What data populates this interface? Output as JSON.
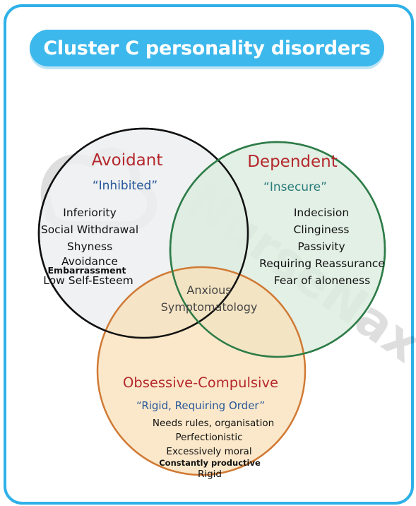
{
  "title": "Cluster C personality disorders",
  "colors": {
    "accent": "#3cb8ec",
    "avoidant_fill": "#eceef0",
    "dependent_fill": "#e1efe3",
    "ocd_fill": "#f9dfb6",
    "heading_red": "#b5282d",
    "subtitle_blue": "#27579a"
  },
  "avoidant": {
    "name": "Avoidant",
    "descriptor": "“Inhibited”",
    "traits": [
      "Inferiority",
      "Social Withdrawal",
      "Shyness",
      "Avoidance",
      "Embarrassment",
      "Low Self-Esteem"
    ]
  },
  "dependent": {
    "name": "Dependent",
    "descriptor": "“Insecure”",
    "traits": [
      "Indecision",
      "Clinginess",
      "Passivity",
      "Requiring Reassurance",
      "Fear of aloneness"
    ]
  },
  "ocd": {
    "name": "Obsessive-Compulsive",
    "descriptor": "“Rigid, Requiring Order”",
    "traits": [
      "Needs rules, organisation",
      "Perfectionistic",
      "Excessively moral",
      "Constantly productive",
      "Rigid"
    ]
  },
  "overlap": {
    "line1": "Anxious",
    "line2": "Symptomatology"
  },
  "watermark": "NurseNax"
}
